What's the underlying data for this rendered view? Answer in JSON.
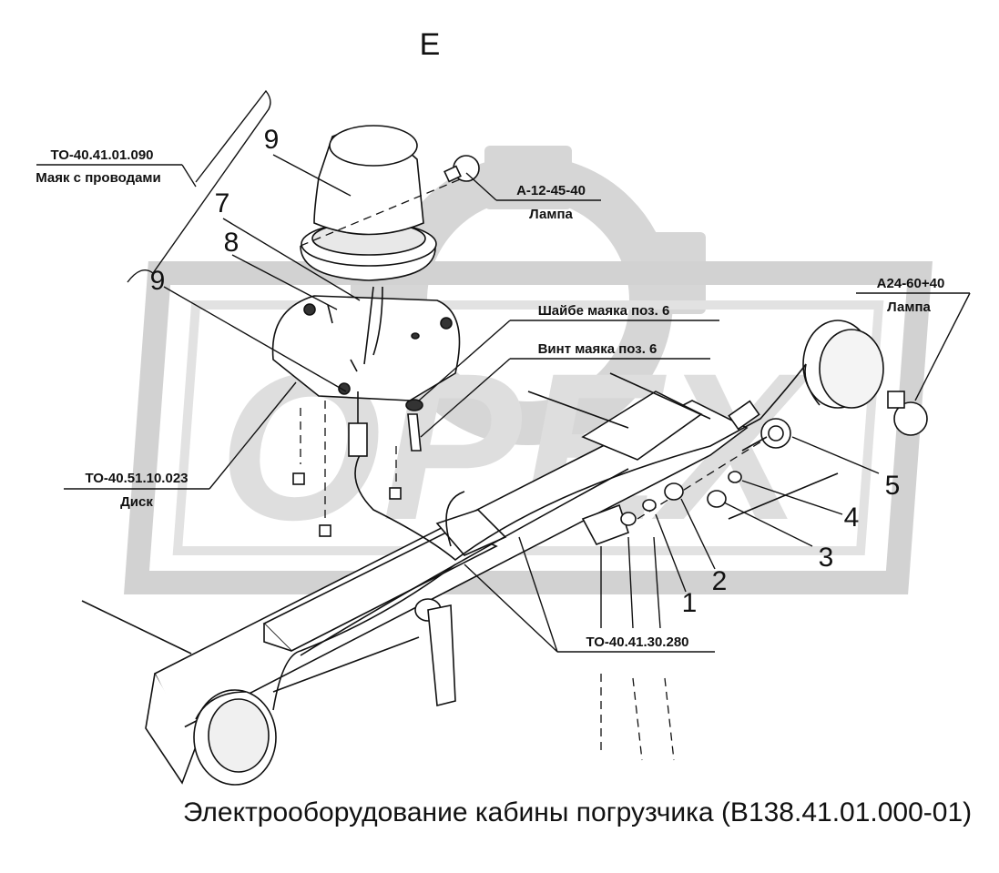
{
  "section_letter": "Е",
  "watermark_text": "ОРЕХ",
  "title": "Электрооборудование кабины погрузчика (В138.41.01.000-01)",
  "callouts": {
    "beacon_code": "ТО-40.41.01.090",
    "beacon_name": "Маяк с проводами",
    "lamp1_code": "А-12-45-40",
    "lamp1_name": "Лампа",
    "lamp2_code": "А24-60+40",
    "lamp2_name": "Лампа",
    "washer_note": "Шайбе маяка поз. 6",
    "screw_note": "Винт маяка поз. 6",
    "disk_code": "ТО-40.51.10.023",
    "disk_name": "Диск",
    "harness_code": "ТО-40.41.30.280"
  },
  "positions": [
    "1",
    "2",
    "3",
    "4",
    "5",
    "7",
    "8",
    "9",
    "9"
  ],
  "colors": {
    "line": "#111111",
    "watermark": "#d4d4d4",
    "beacon": "#e6e6e6"
  }
}
